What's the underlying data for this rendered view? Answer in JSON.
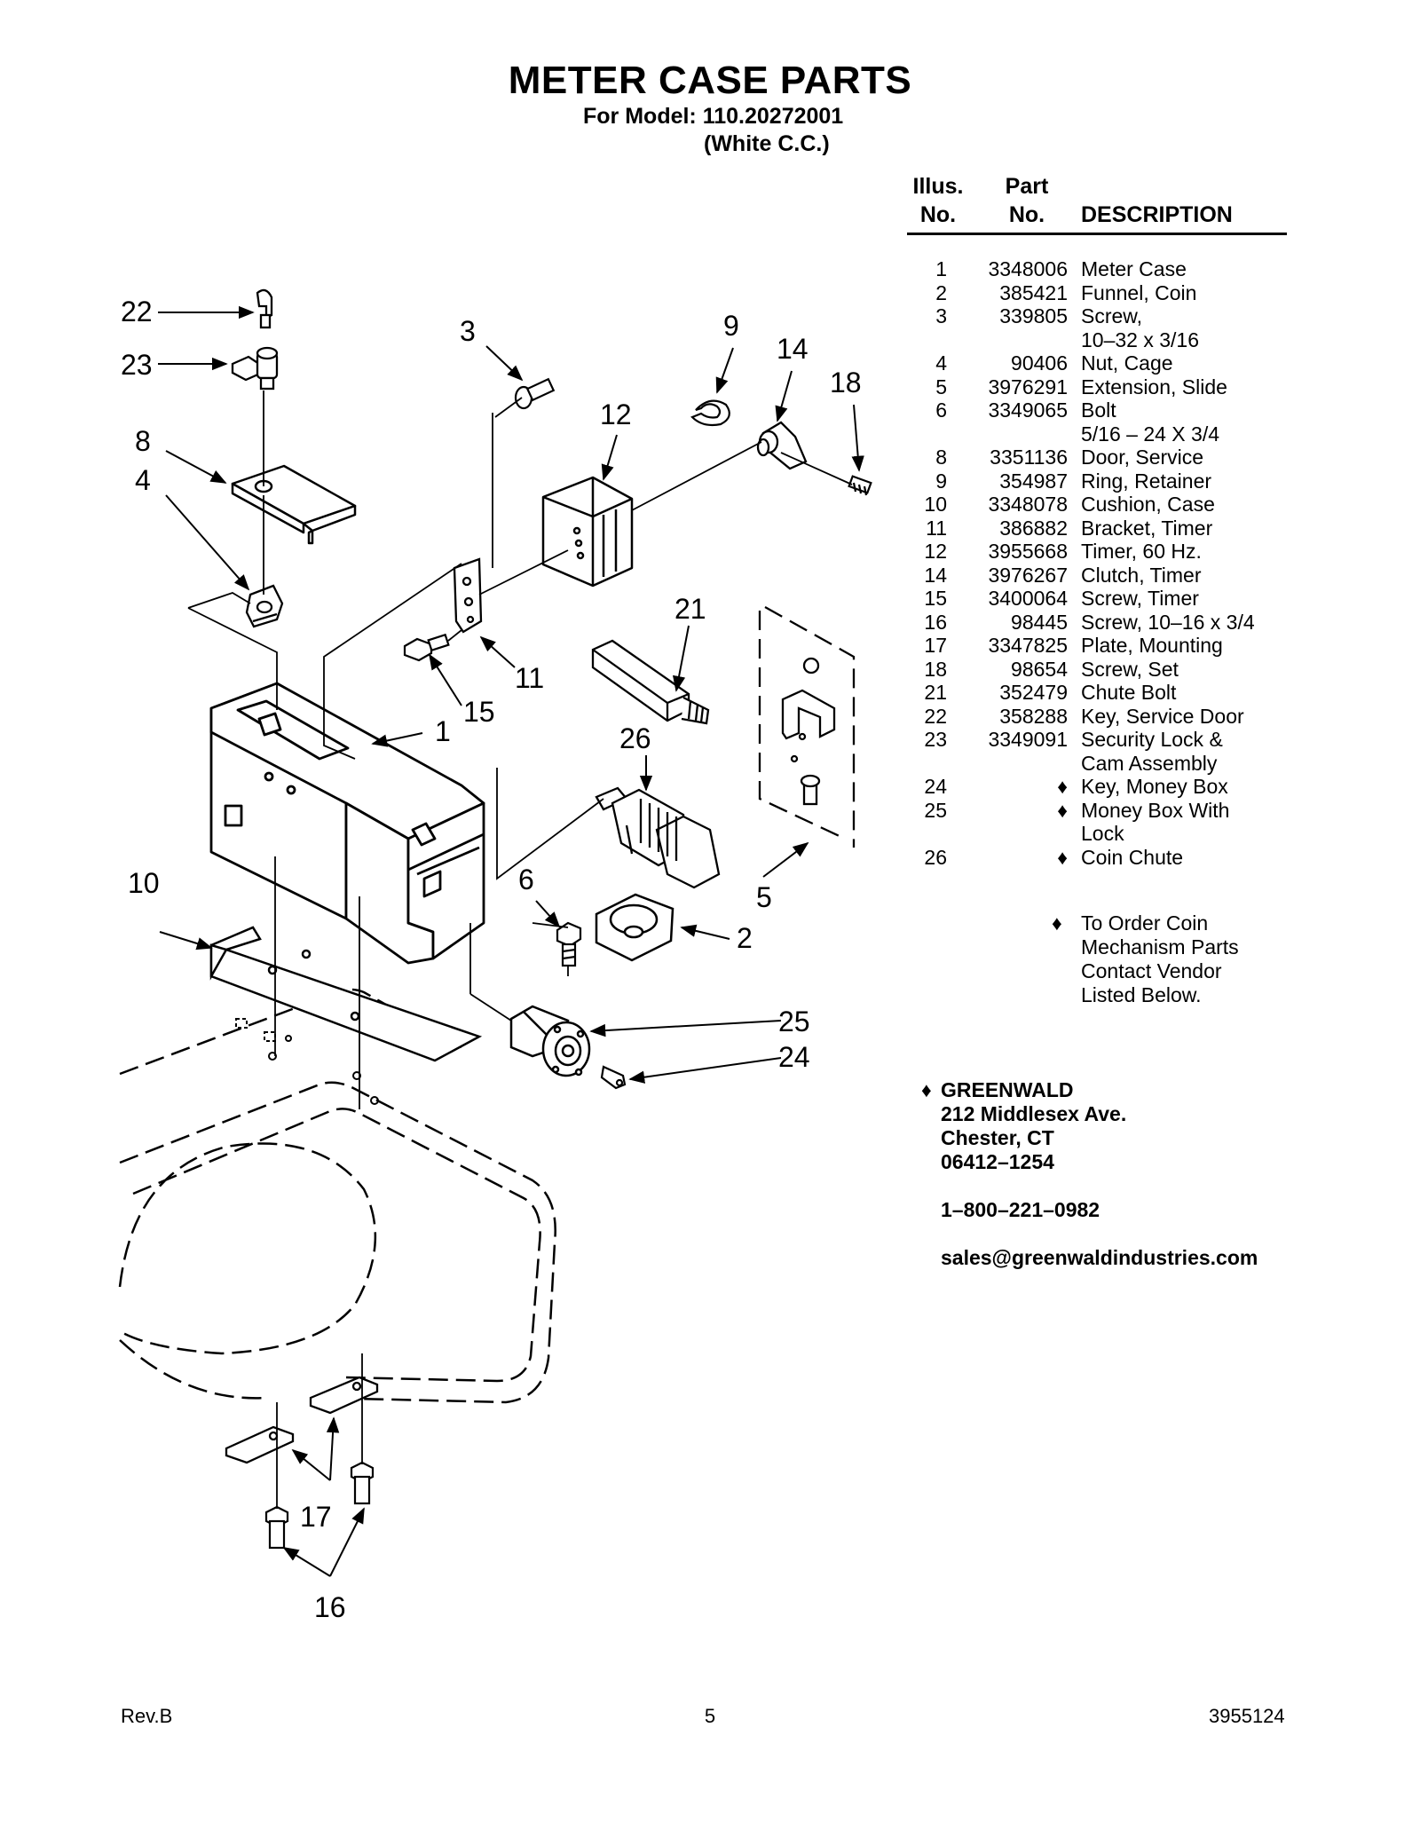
{
  "header": {
    "title": "METER CASE PARTS",
    "model_line": "For Model: 110.20272001",
    "variant_line": "(White C.C.)"
  },
  "table_header": {
    "illus_1": "Illus.",
    "illus_2": "No.",
    "part_1": "Part",
    "part_2": "No.",
    "description": "DESCRIPTION"
  },
  "parts": [
    {
      "no": "1",
      "part": "3348006",
      "desc": "Meter Case"
    },
    {
      "no": "2",
      "part": "385421",
      "desc": "Funnel, Coin"
    },
    {
      "no": "3",
      "part": "339805",
      "desc": "Screw,"
    },
    {
      "no": "",
      "part": "",
      "desc": "10–32 x 3/16"
    },
    {
      "no": "4",
      "part": "90406",
      "desc": "Nut, Cage"
    },
    {
      "no": "5",
      "part": "3976291",
      "desc": "Extension, Slide"
    },
    {
      "no": "6",
      "part": "3349065",
      "desc": "Bolt"
    },
    {
      "no": "",
      "part": "",
      "desc": "5/16 – 24 X 3/4"
    },
    {
      "no": "8",
      "part": "3351136",
      "desc": "Door, Service"
    },
    {
      "no": "9",
      "part": "354987",
      "desc": "Ring, Retainer"
    },
    {
      "no": "10",
      "part": "3348078",
      "desc": "Cushion, Case"
    },
    {
      "no": "11",
      "part": "386882",
      "desc": "Bracket, Timer"
    },
    {
      "no": "12",
      "part": "3955668",
      "desc": "Timer, 60 Hz."
    },
    {
      "no": "14",
      "part": "3976267",
      "desc": "Clutch, Timer"
    },
    {
      "no": "15",
      "part": "3400064",
      "desc": "Screw, Timer"
    },
    {
      "no": "16",
      "part": "98445",
      "desc": "Screw, 10–16 x 3/4"
    },
    {
      "no": "17",
      "part": "3347825",
      "desc": "Plate, Mounting"
    },
    {
      "no": "18",
      "part": "98654",
      "desc": "Screw, Set"
    },
    {
      "no": "21",
      "part": "352479",
      "desc": "Chute Bolt"
    },
    {
      "no": "22",
      "part": "358288",
      "desc": "Key, Service Door"
    },
    {
      "no": "23",
      "part": "3349091",
      "desc": "Security Lock &"
    },
    {
      "no": "",
      "part": "",
      "desc": "Cam Assembly"
    },
    {
      "no": "24",
      "part": "♦",
      "desc": "Key, Money Box"
    },
    {
      "no": "25",
      "part": "♦",
      "desc": "Money Box With"
    },
    {
      "no": "",
      "part": "",
      "desc": "Lock"
    },
    {
      "no": "26",
      "part": "♦",
      "desc": "Coin Chute"
    }
  ],
  "note": {
    "bullet": "♦",
    "lines": [
      "To Order Coin",
      "Mechanism Parts",
      "Contact Vendor",
      "Listed Below."
    ]
  },
  "vendor": {
    "bullet": "♦",
    "name": "GREENWALD",
    "street": "212 Middlesex Ave.",
    "city": "Chester, CT",
    "zip": "06412–1254",
    "phone": "1–800–221–0982",
    "email": "sales@greenwaldindustries.com"
  },
  "diagram_callouts": [
    "22",
    "23",
    "3",
    "9",
    "14",
    "18",
    "12",
    "8",
    "4",
    "21",
    "11",
    "15",
    "1",
    "26",
    "10",
    "6",
    "5",
    "2",
    "25",
    "24",
    "17",
    "16"
  ],
  "footer": {
    "left": "Rev.B",
    "center": "5",
    "right": "3955124"
  }
}
